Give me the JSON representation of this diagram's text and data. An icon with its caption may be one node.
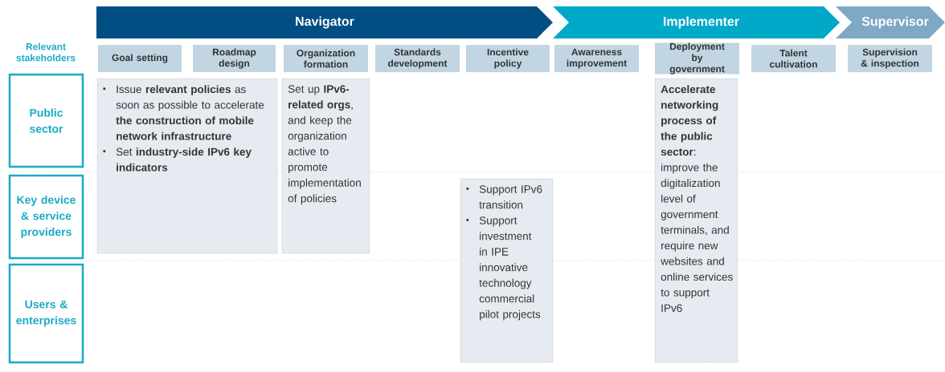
{
  "diagram": {
    "nodes": [
      {
        "text": [
          "Navigator"
        ]
      },
      {
        "text": [
          "Implementer"
        ]
      },
      {
        "text": [
          "Supervisor"
        ]
      },
      {
        "text": [
          "Goal setting"
        ]
      },
      {
        "text": [
          "Roadmap design"
        ]
      },
      {
        "text": [
          "Organization formation"
        ]
      },
      {
        "text": [
          "Standards development"
        ]
      },
      {
        "text": [
          "Incentive policy"
        ]
      },
      {
        "text": [
          "Awareness improvement"
        ]
      },
      {
        "text": [
          "Deployment by government"
        ]
      },
      {
        "text": [
          "Talent cultivation"
        ]
      },
      {
        "text": [
          "Supervision & inspection"
        ]
      },
      {
        "text": [
          "Public sector"
        ]
      },
      {
        "text": [
          "Key device & service providers"
        ]
      },
      {
        "text": [
          "Users & enterprises"
        ]
      },
      {
        "text": [
          "Issue **relevant policies** as soon as possible to accelerate **the construction of mobile network infrastructure**",
          "Set **industry-side IPv6 key indicators**"
        ]
      },
      {
        "text": [
          "Set up **IPv6-related orgs**, and keep the organization active to promote implementation of policies"
        ]
      },
      {
        "text": [
          "Support IPv6 transition",
          "Support investment in IPE innovative technology commercial pilot projects"
        ]
      },
      {
        "text": [
          "**Accelerate networking process of the public sector**: improve the digitalization level of government terminals, and require new websites and online services to support IPv6"
        ]
      }
    ],
    "labels": [
      "Relevant stakeholders"
    ]
  }
}
